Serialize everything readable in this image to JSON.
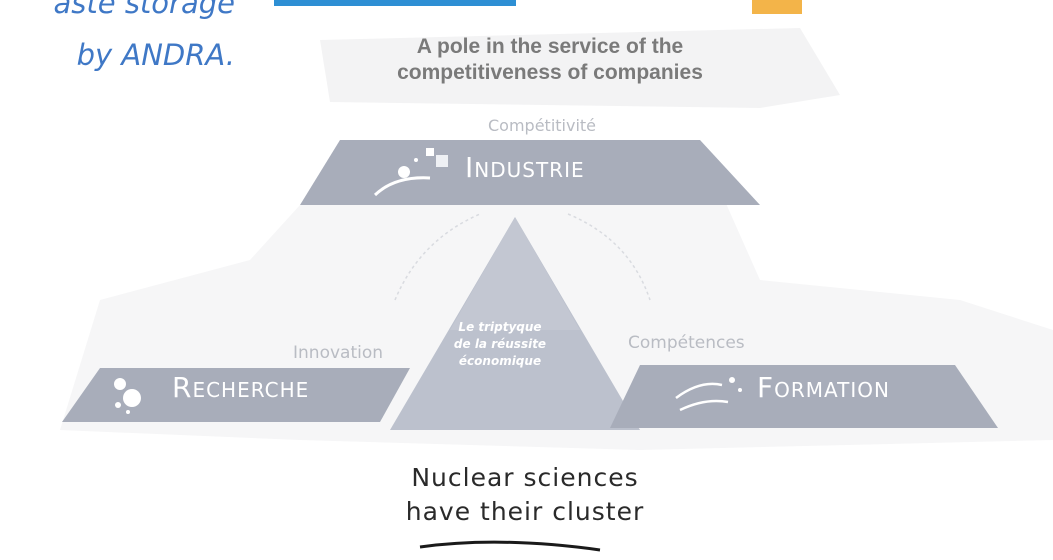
{
  "caption": {
    "line1": "aste storage",
    "line2": "by ANDRA."
  },
  "headline": {
    "line1": "A pole in the service of the",
    "line2": "competitiveness of companies"
  },
  "diagram": {
    "top_axis_label": "Compétitivité",
    "left_axis_label": "Innovation",
    "right_axis_label": "Compétences",
    "pillars": {
      "top": "Industrie",
      "left": "Recherche",
      "right": "Formation"
    },
    "center_text": [
      "Le triptyque",
      "de la réussite",
      "économique"
    ]
  },
  "slogan": {
    "line1": "Nuclear sciences",
    "line2": "have their cluster"
  },
  "colors": {
    "caption": "#3f78c6",
    "band": "#a9adbb",
    "triangle": "#bfc3ce",
    "label_grey": "#b9bcc3"
  }
}
